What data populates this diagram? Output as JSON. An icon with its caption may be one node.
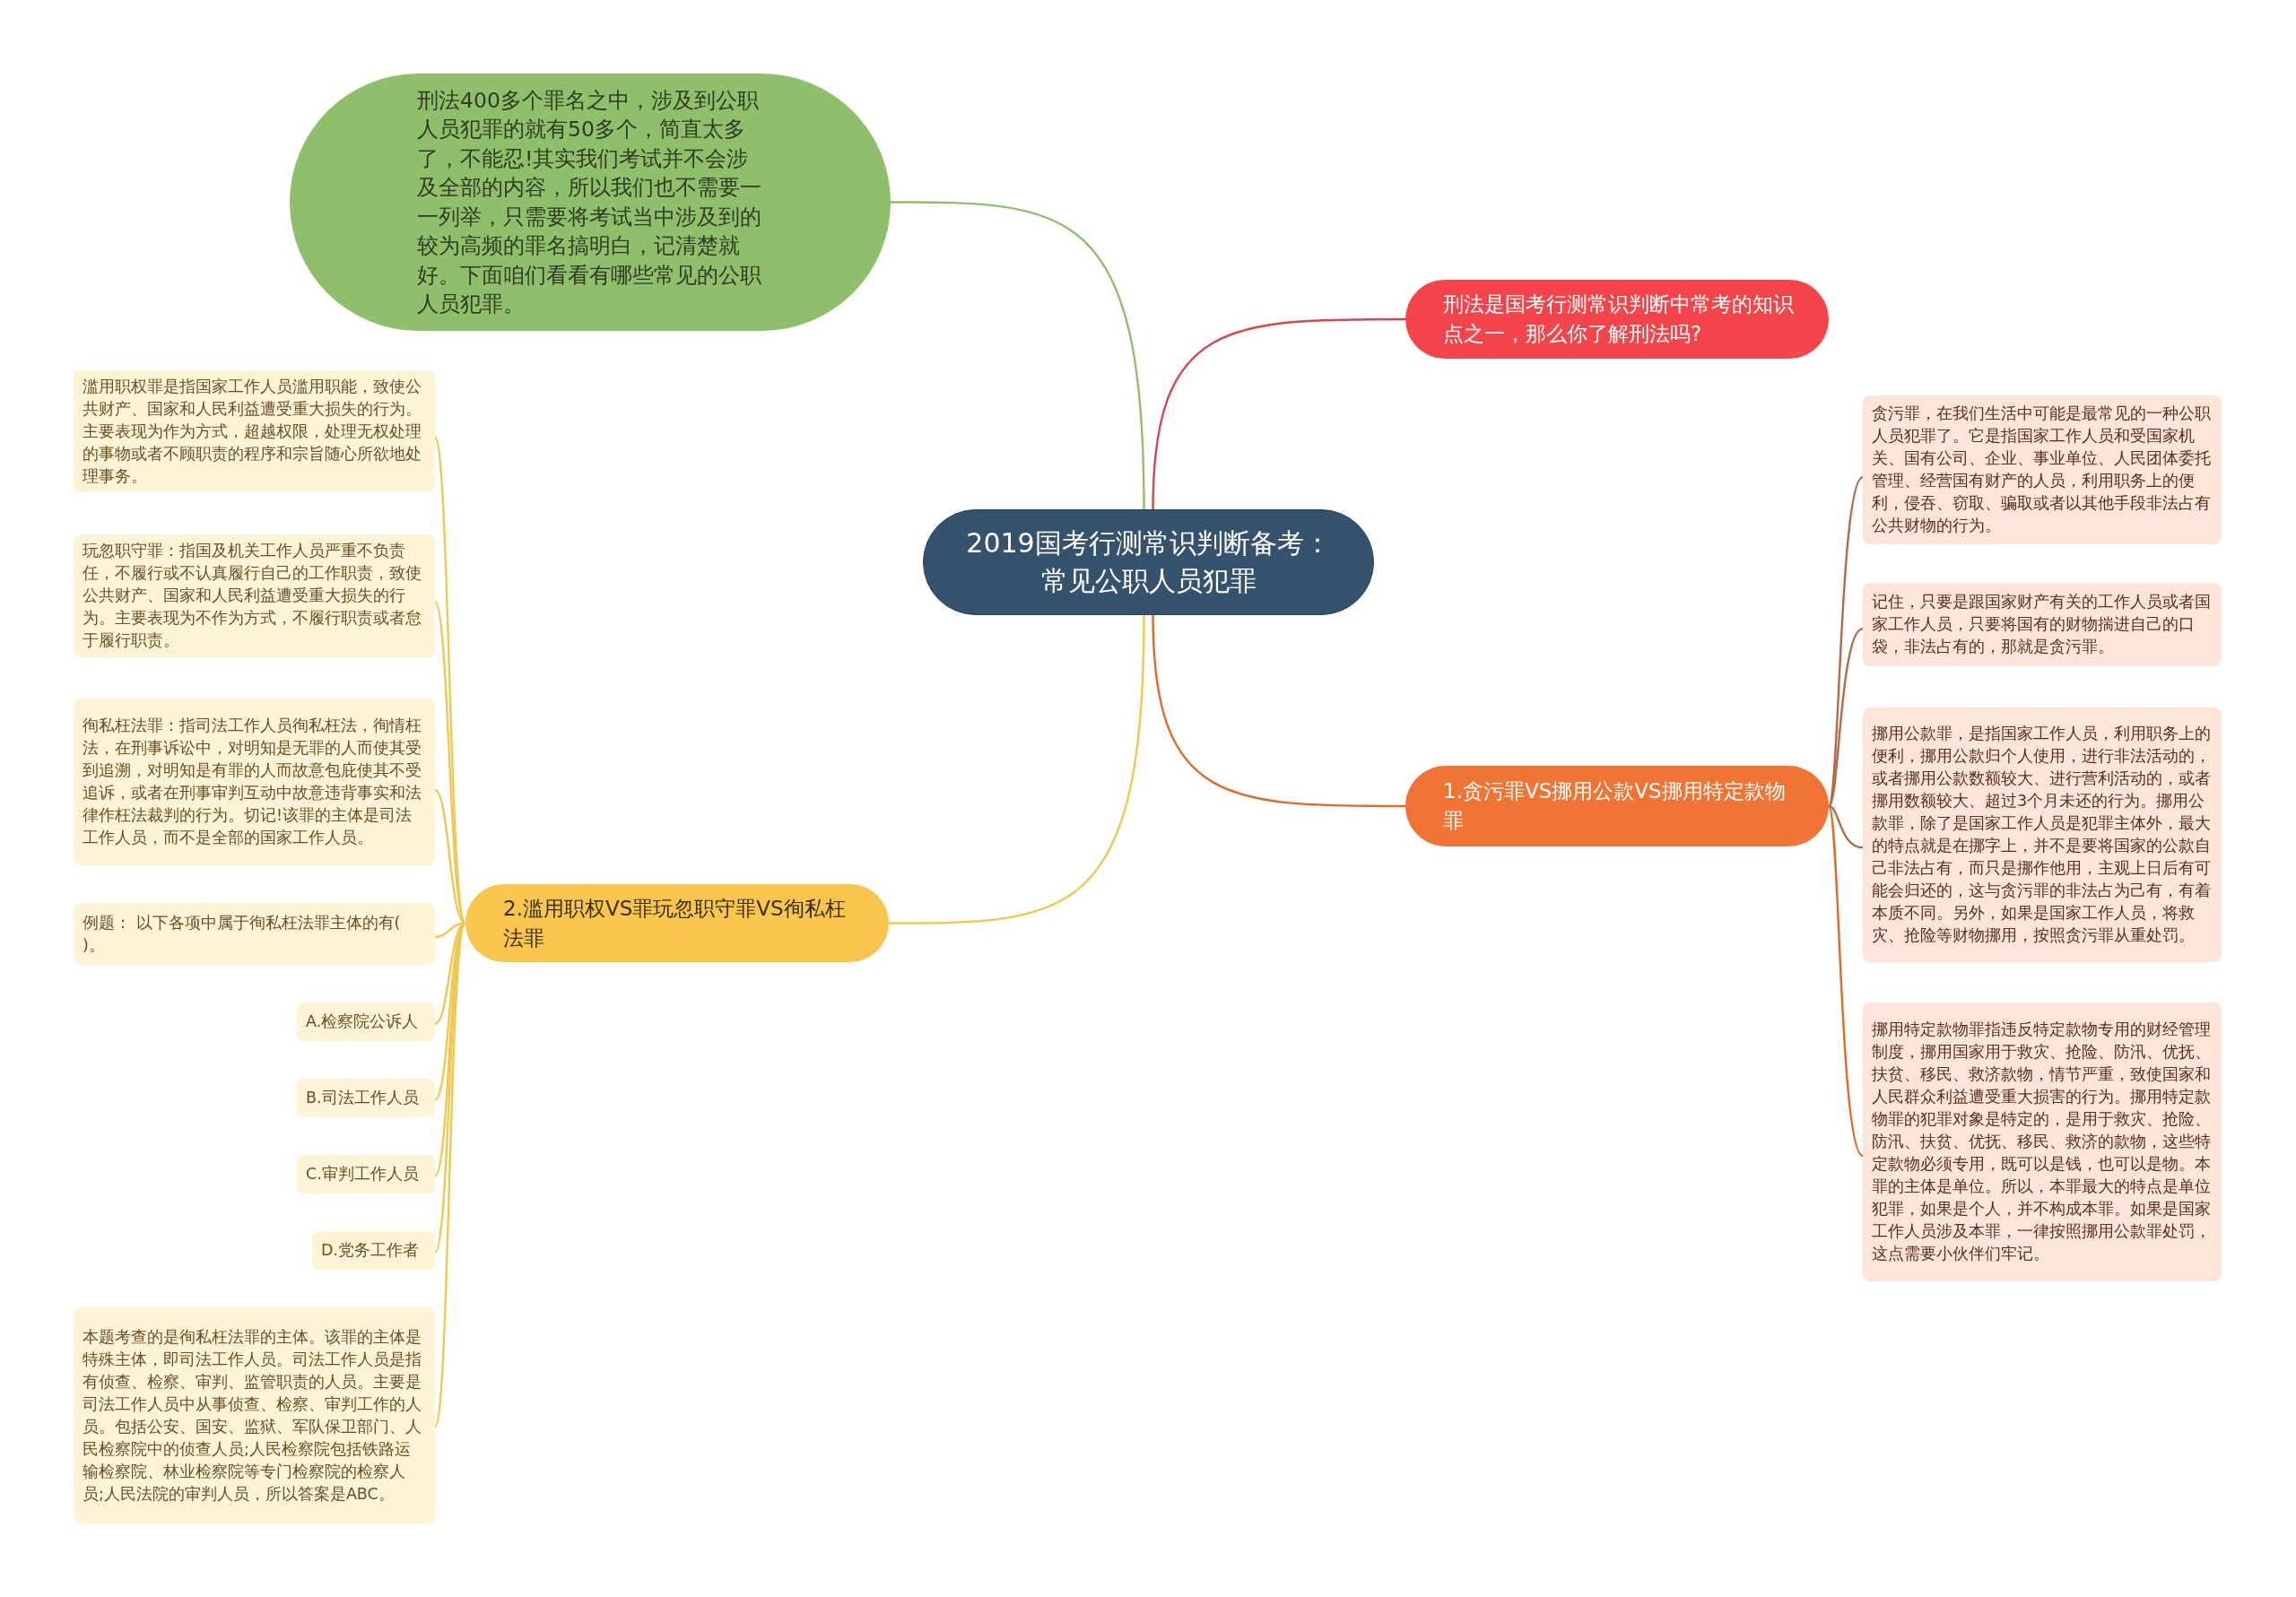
{
  "diagram": {
    "nodes": [
      {
        "text": [
          "2019国考行测常识判断备考：常见公职人员犯罪"
        ]
      },
      {
        "text": [
          "刑法400多个罪名之中，涉及到公职人员犯罪的就有50多个，简直太多了，不能忍!其实我们考试并不会涉及全部的内容，所以我们也不需要一一列举，只需要将考试当中涉及到的较为高频的罪名搞明白，记清楚就好。下面咱们看看有哪些常见的公职人员犯罪。"
        ]
      },
      {
        "text": [
          "刑法是国考行测常识判断中常考的知识点之一，那么你了解刑法吗?"
        ]
      },
      {
        "text": [
          "1.贪污罪VS挪用公款VS挪用特定款物罪"
        ]
      },
      {
        "text": [
          "贪污罪，在我们生活中可能是最常见的一种公职人员犯罪了。它是指国家工作人员和受国家机关、国有公司、企业、事业单位、人民团体委托管理、经营国有财产的人员，利用职务上的便利，侵吞、窃取、骗取或者以其他手段非法占有公共财物的行为。"
        ]
      },
      {
        "text": [
          "记住，只要是跟国家财产有关的工作人员或者国家工作人员，只要将国有的财物揣进自己的口袋，非法占有的，那就是贪污罪。"
        ]
      },
      {
        "text": [
          "挪用公款罪，是指国家工作人员，利用职务上的便利，挪用公款归个人使用，进行非法活动的，或者挪用公款数额较大、进行营利活动的，或者挪用数额较大、超过3个月未还的行为。挪用公款罪，除了是国家工作人员是犯罪主体外，最大的特点就是在挪字上，并不是要将国家的公款自己非法占有，而只是挪作他用，主观上日后有可能会归还的，这与贪污罪的非法占为己有，有着本质不同。另外，如果是国家工作人员，将救灾、抢险等财物挪用，按照贪污罪从重处罚。"
        ]
      },
      {
        "text": [
          "挪用特定款物罪指违反特定款物专用的财经管理制度，挪用国家用于救灾、抢险、防汛、优抚、扶贫、移民、救济款物，情节严重，致使国家和人民群众利益遭受重大损害的行为。挪用特定款物罪的犯罪对象是特定的，是用于救灾、抢险、防汛、扶贫、优抚、移民、救济的款物，这些特定款物必须专用，既可以是钱，也可以是物。本罪的主体是单位。所以，本罪最大的特点是单位犯罪，如果是个人，并不构成本罪。如果是国家工作人员涉及本罪，一律按照挪用公款罪处罚，这点需要小伙伴们牢记。"
        ]
      },
      {
        "text": [
          "2.滥用职权VS罪玩忽职守罪VS徇私枉法罪"
        ]
      },
      {
        "text": [
          "滥用职权罪是指国家工作人员滥用职能，致使公共财产、国家和人民利益遭受重大损失的行为。主要表现为作为方式，超越权限，处理无权处理的事物或者不顾职责的程序和宗旨随心所欲地处理事务。"
        ]
      },
      {
        "text": [
          "玩忽职守罪：指国及机关工作人员严重不负责任，不履行或不认真履行自己的工作职责，致使公共财产、国家和人民利益遭受重大损失的行为。主要表现为不作为方式，不履行职责或者怠于履行职责。"
        ]
      },
      {
        "text": [
          "徇私枉法罪：指司法工作人员徇私枉法，徇情枉法，在刑事诉讼中，对明知是无罪的人而使其受到追溯，对明知是有罪的人而故意包庇使其不受追诉，或者在刑事审判互动中故意违背事实和法律作枉法裁判的行为。切记!该罪的主体是司法工作人员，而不是全部的国家工作人员。"
        ]
      },
      {
        "text": [
          "例题：  以下各项中属于徇私枉法罪主体的有(  )。"
        ]
      },
      {
        "text": [
          "A.检察院公诉人"
        ]
      },
      {
        "text": [
          "B.司法工作人员"
        ]
      },
      {
        "text": [
          "C.审判工作人员"
        ]
      },
      {
        "text": [
          "D.党务工作者"
        ]
      },
      {
        "text": [
          "本题考查的是徇私枉法罪的主体。该罪的主体是特殊主体，即司法工作人员。司法工作人员是指有侦查、检察、审判、监管职责的人员。主要是司法工作人员中从事侦查、检察、审判工作的人员。包括公安、国安、监狱、军队保卫部门、人民检察院中的侦查人员;人民检察院包括铁路运输检察院、林业检察院等专门检察院的检察人员;人民法院的审判人员，所以答案是ABC。"
        ]
      }
    ],
    "edges": [
      {
        "from": 0,
        "to": 1,
        "arrow": "none",
        "color": "#8fbf6a"
      },
      {
        "from": 0,
        "to": 2,
        "arrow": "none",
        "color": "#d9454a"
      },
      {
        "from": 0,
        "to": 3,
        "arrow": "none",
        "color": "#e06a2a"
      },
      {
        "from": 3,
        "to": 4,
        "arrow": "none",
        "color": "#b5694a"
      },
      {
        "from": 3,
        "to": 5,
        "arrow": "none",
        "color": "#b5694a"
      },
      {
        "from": 3,
        "to": 6,
        "arrow": "none",
        "color": "#b5694a"
      },
      {
        "from": 3,
        "to": 7,
        "arrow": "none",
        "color": "#e06a2a"
      },
      {
        "from": 0,
        "to": 8,
        "arrow": "none"
      },
      {
        "from": 8,
        "to": 9,
        "arrow": "none"
      },
      {
        "from": 8,
        "to": 10,
        "arrow": "none"
      },
      {
        "from": 8,
        "to": 11,
        "arrow": "none"
      },
      {
        "from": 8,
        "to": 12,
        "arrow": "none"
      },
      {
        "from": 8,
        "to": 13,
        "arrow": "none"
      },
      {
        "from": 8,
        "to": 14,
        "arrow": "none"
      },
      {
        "from": 8,
        "to": 15,
        "arrow": "none"
      },
      {
        "from": 8,
        "to": 16,
        "arrow": "none"
      },
      {
        "from": 8,
        "to": 17,
        "arrow": "none"
      }
    ]
  }
}
